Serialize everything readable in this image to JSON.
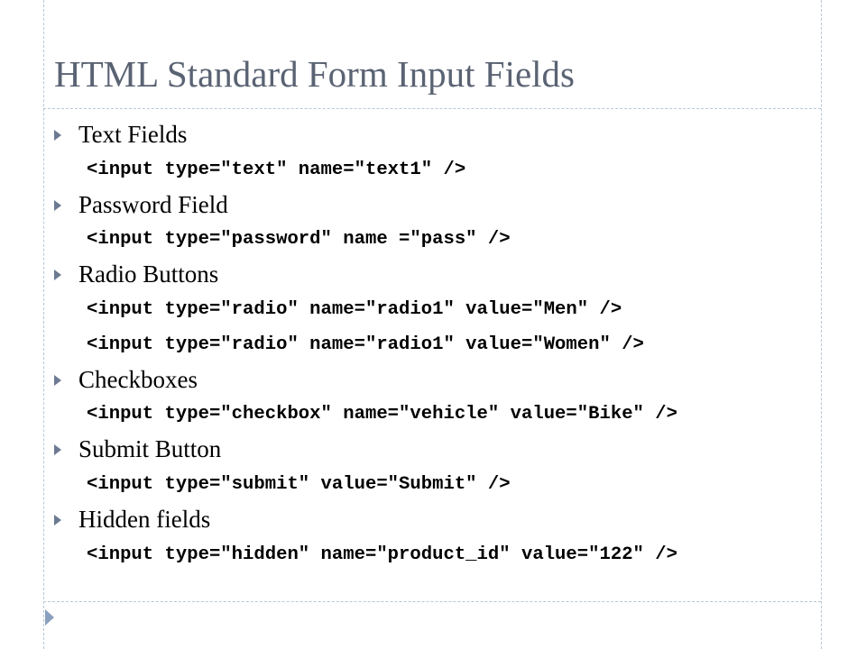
{
  "slide": {
    "title": "HTML Standard Form Input Fields",
    "items": [
      {
        "label": "Text Fields",
        "code": [
          "<input type=\"text\" name=\"text1\" />"
        ]
      },
      {
        "label": "Password Field",
        "code": [
          "<input type=\"password\" name =\"pass\" />"
        ]
      },
      {
        "label": "Radio Buttons",
        "code": [
          "<input type=\"radio\" name=\"radio1\" value=\"Men\" />",
          "<input type=\"radio\" name=\"radio1\" value=\"Women\" />"
        ]
      },
      {
        "label": "Checkboxes",
        "code": [
          "<input type=\"checkbox\" name=\"vehicle\" value=\"Bike\" />"
        ]
      },
      {
        "label": "Submit Button",
        "code": [
          "<input type=\"submit\" value=\"Submit\" />"
        ]
      },
      {
        "label": "Hidden fields",
        "code": [
          "<input type=\"hidden\" name=\"product_id\" value=\"122\" />"
        ]
      }
    ],
    "colors": {
      "title": "#5a6373",
      "bullet": "#6c7a92",
      "rule": "#b9c6d6",
      "corner_arrow": "#8aa0bf"
    },
    "icons": {
      "bullet": "triangle-bullet-icon",
      "corner": "triangle-corner-icon"
    }
  }
}
